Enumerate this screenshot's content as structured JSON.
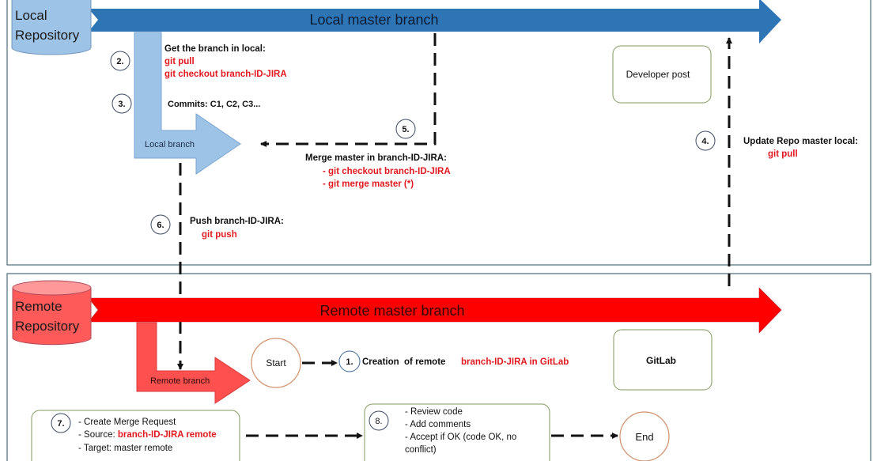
{
  "local_section": {
    "repo_label_line1": "Local",
    "repo_label_line2": "Repository",
    "master_branch_label": "Local master branch",
    "branch_label": "Local branch",
    "developer_post_label": "Developer post"
  },
  "remote_section": {
    "repo_label_line1": "Remote",
    "repo_label_line2": "Repository",
    "master_branch_label": "Remote master branch",
    "branch_label": "Remote branch",
    "gitlab_label": "GitLab"
  },
  "flow": {
    "start_label": "Start",
    "end_label": "End"
  },
  "steps": {
    "s1": {
      "number": "1.",
      "text": "Creation  of remote",
      "command": "branch-ID-JIRA in GitLab"
    },
    "s2": {
      "number": "2.",
      "title": "Get the branch in local:",
      "commands": [
        "git pull",
        "git checkout branch-ID-JIRA"
      ]
    },
    "s3": {
      "number": "3.",
      "text": "Commits: C1, C2, C3..."
    },
    "s4": {
      "number": "4.",
      "title": "Update Repo master local:",
      "command": "git pull"
    },
    "s5": {
      "number": "5.",
      "title": "Merge master in branch-ID-JIRA:",
      "commands": [
        "- git checkout branch-ID-JIRA",
        "- git merge master (*)"
      ]
    },
    "s6": {
      "number": "6.",
      "title": "Push branch-ID-JIRA:",
      "command": "git push"
    },
    "s7": {
      "number": "7.",
      "line1": "- Create Merge Request",
      "line2_prefix": "- Source: ",
      "line2_value": "branch-ID-JIRA remote",
      "line3": "- Target: master remote"
    },
    "s8": {
      "number": "8.",
      "lines": [
        "- Review code",
        "- Add comments",
        "- Accept if OK (code OK, no",
        "conflict)"
      ]
    }
  },
  "colors": {
    "local_blue": "#2e75b6",
    "local_light_blue": "#9dc3e6",
    "remote_red": "#ff0000",
    "remote_light_red": "#ff5050",
    "command_red": "#e0191e",
    "box_green": "#70a050",
    "circle_orange": "#d0906a"
  }
}
